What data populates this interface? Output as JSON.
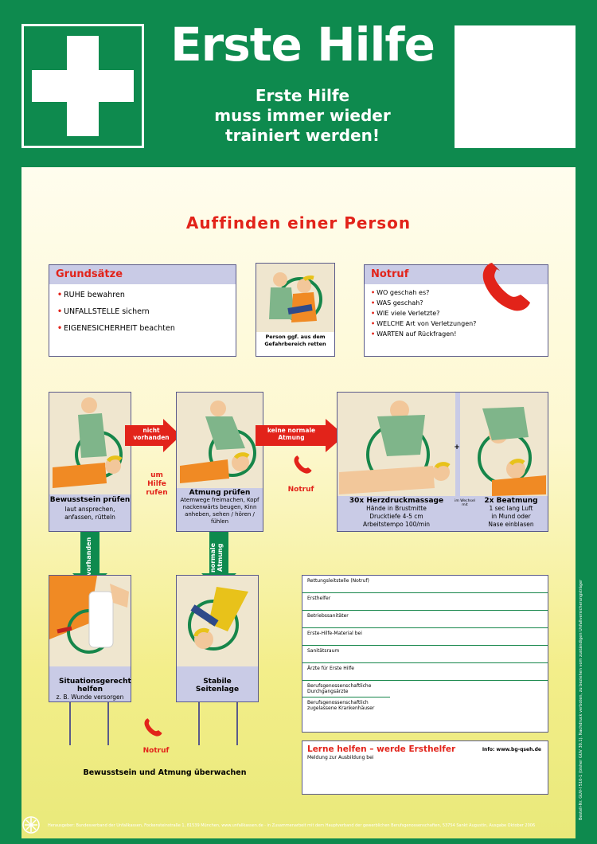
{
  "header": {
    "title": "Erste Hilfe",
    "subtitle_lines": [
      "Erste Hilfe",
      "muss immer wieder",
      "trainiert werden!"
    ]
  },
  "section_title": "Auffinden einer Person",
  "grundsaetze": {
    "title": "Grundsätze",
    "items": [
      "RUHE bewahren",
      "UNFALLSTELLE sichern",
      "EIGENESICHERHEIT beachten"
    ]
  },
  "rescue": {
    "caption": "Person ggf. aus dem Gefahrbereich retten"
  },
  "notruf_box": {
    "title": "Notruf",
    "items": [
      "WO geschah es?",
      "WAS geschah?",
      "WIE viele Verletzte?",
      "WELCHE Art von Verletzungen?",
      "WARTEN auf Rückfragen!"
    ]
  },
  "steps": {
    "bewusstsein": {
      "title": "Bewusstsein prüfen",
      "sub": "laut ansprechen, anfassen, rütteln"
    },
    "atmung": {
      "title": "Atmung prüfen",
      "sub": "Atemwege freimachen, Kopf nackenwärts beugen, Kinn anheben, sehen / hören / fühlen"
    },
    "herz": {
      "title": "30x Herzdruckmassage",
      "sub": "Hände in Brustmitte Drucktiefe 4-5 cm Arbeitstempo 100/min",
      "wechsel": "im Wechsel mit"
    },
    "beatmung": {
      "title": "2x Beatmung",
      "sub": "1 sec lang Luft in Mund oder Nase einblasen"
    },
    "situation": {
      "title": "Situationsgerecht helfen",
      "sub": "z. B. Wunde versorgen"
    },
    "seitenlage": {
      "title": "Stabile Seitenlage"
    }
  },
  "arrows": {
    "nicht_vorhanden": "nicht vorhanden",
    "keine_atmung": "keine normale Atmung",
    "vorhanden": "vorhanden",
    "normale_atmung": "normale Atmung",
    "um_hilfe": "um Hilfe rufen",
    "notruf": "Notruf",
    "plus": "+"
  },
  "bewusstsein_ueberwachen": "Bewusstsein und Atmung überwachen",
  "form_rows": [
    "Rettungsleitstelle (Notruf)",
    "Ersthelfer",
    "Betriebssanitäter",
    "Erste-Hilfe-Material bei",
    "Sanitätsraum",
    "Ärzte für Erste Hilfe",
    "Berufsgenossenschaftliche Durchgangsärzte",
    "Berufsgenossenschaftlich zugelassene Krankenhäuser"
  ],
  "lerne": {
    "title": "Lerne helfen – werde Ersthelfer",
    "info": "Info: www.bg-qseh.de",
    "sub": "Meldung zur Ausbildung bei"
  },
  "footer": "Herausgeber: Bundesverband der Unfallkassen, Fockensteinstraße 1, 81539 München, www.unfallkassen.de · in Zusammenarbeit mit dem Hauptverband der gewerblichen Berufsgenossenschaften, 53754 Sankt Augustin, Ausgabe Oktober 2006",
  "side_text": "Bestell-Nr. GUV-I 510-1 (bisher GUV 30.1). Nachdruck verboten, zu beziehen vom zuständigen Unfallversicherungsträger",
  "colors": {
    "green": "#0e8a4e",
    "red": "#e2231a",
    "panel": "#c9cbe6"
  }
}
